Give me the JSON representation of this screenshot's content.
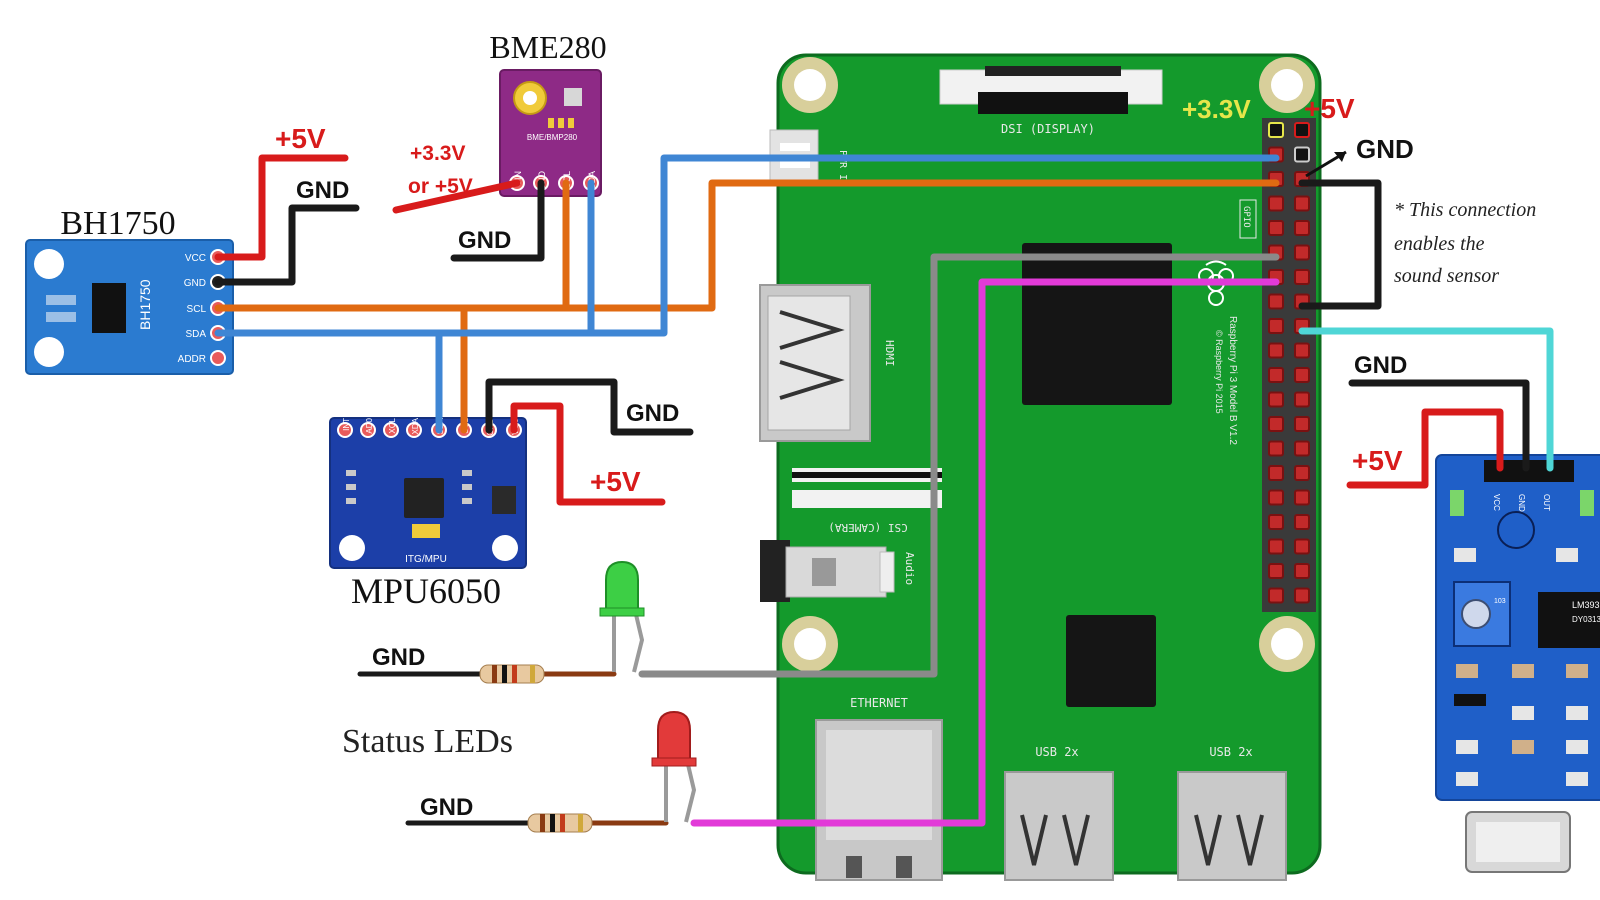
{
  "modules": {
    "bh1750": {
      "title": "BH1750",
      "chip_text": "BH1750",
      "pins": [
        "VCC",
        "GND",
        "SCL",
        "SDA",
        "ADDR"
      ]
    },
    "bme280": {
      "title": "BME280",
      "chip_text": "BME/BMP280",
      "pins": [
        "VIN",
        "GND",
        "SCL",
        "SDA"
      ]
    },
    "mpu6050": {
      "title": "MPU6050",
      "chip_text": "ITG/MPU",
      "pins": [
        "INT",
        "AD0",
        "XCL",
        "XDA",
        "SDA",
        "SCL",
        "GND",
        "VCC"
      ]
    },
    "raspberry_pi": {
      "dsi_label": "DSI (DISPLAY)",
      "hdmi_label": "HDMI",
      "csi_label": "CSI (CAMERA)",
      "audio_label": "Audio",
      "ethernet_label": "ETHERNET",
      "usb1_label": "USB 2x",
      "usb2_label": "USB 2x",
      "gpio_label": "GPIO",
      "pwr_label": "PWR IN",
      "board_text_1": "Raspberry Pi 3 Model B V1.2",
      "board_text_2": "© Raspberry Pi 2015"
    },
    "sound_sensor": {
      "pins": [
        "VCC",
        "GND",
        "OUT"
      ],
      "chip_text_1": "LM393",
      "chip_text_2": "DY0313",
      "pot_text": "103"
    }
  },
  "labels": {
    "bh1750_5v": "+5V",
    "bh1750_gnd": "GND",
    "bme_supply_1": "+3.3V",
    "bme_supply_2": "or +5V",
    "bme_gnd": "GND",
    "mpu_gnd": "GND",
    "mpu_5v": "+5V",
    "pi_3v3": "+3.3V",
    "pi_5v": "+5V",
    "pi_gnd": "GND",
    "note_1": "* This connection",
    "note_2": "enables the",
    "note_3": "sound sensor",
    "sound_gnd": "GND",
    "sound_5v": "+5V",
    "led_gnd_1": "GND",
    "led_gnd_2": "GND",
    "status_leds": "Status LEDs"
  },
  "colors": {
    "wire_red": "#d81b1b",
    "wire_black": "#1a1a1a",
    "wire_orange": "#e06a12",
    "wire_blue": "#3f86d4",
    "wire_gray": "#8a8a8a",
    "wire_magenta": "#e23ad8",
    "wire_cyan": "#4fd6d6",
    "pcb_green": "#149a2c",
    "pcb_blue": "#1f6fc2",
    "pcb_purple": "#8e2a86",
    "pcb_navy": "#1c3fa8"
  }
}
